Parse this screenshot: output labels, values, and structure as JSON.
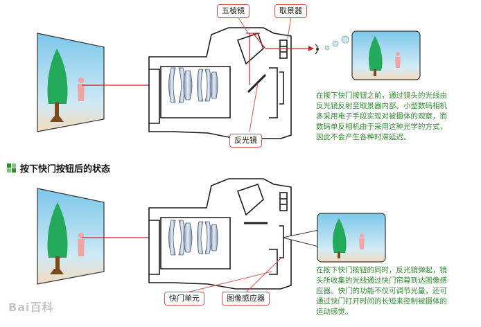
{
  "top": {
    "labels": {
      "pentaprism": "五棱镜",
      "viewfinder": "取景器",
      "reflex_mirror": "反光镜"
    },
    "description": [
      "在按下快门按钮之前，通过镜头的光线由",
      "反光镜反射至取景器内部。小型数码相机",
      "多采用电子手段实现对被摄体的观察，而",
      "数码单反相机由于采用这种光学的方式，",
      "因此不会产生各种时滞延迟。"
    ]
  },
  "section_title": "按下快门按钮后的状态",
  "bottom": {
    "labels": {
      "shutter_unit": "快门单元",
      "image_sensor": "图像感应器"
    },
    "description": [
      "在按下快门按钮的同时，反光镜弹起，镜",
      "头所收集的光线通过快门帘幕到达图像感",
      "应器。快门的功能不仅可调节光量，还可",
      "通过快门打开时间的长短来控制被摄体的",
      "运动感觉。"
    ]
  },
  "watermark": "Bai百科",
  "colors": {
    "label_border": "#d9534f",
    "description_text": "#2e8b2e",
    "light_ray": "#d62020",
    "sky": "#8fd0ec",
    "tree": "#1faa55"
  }
}
